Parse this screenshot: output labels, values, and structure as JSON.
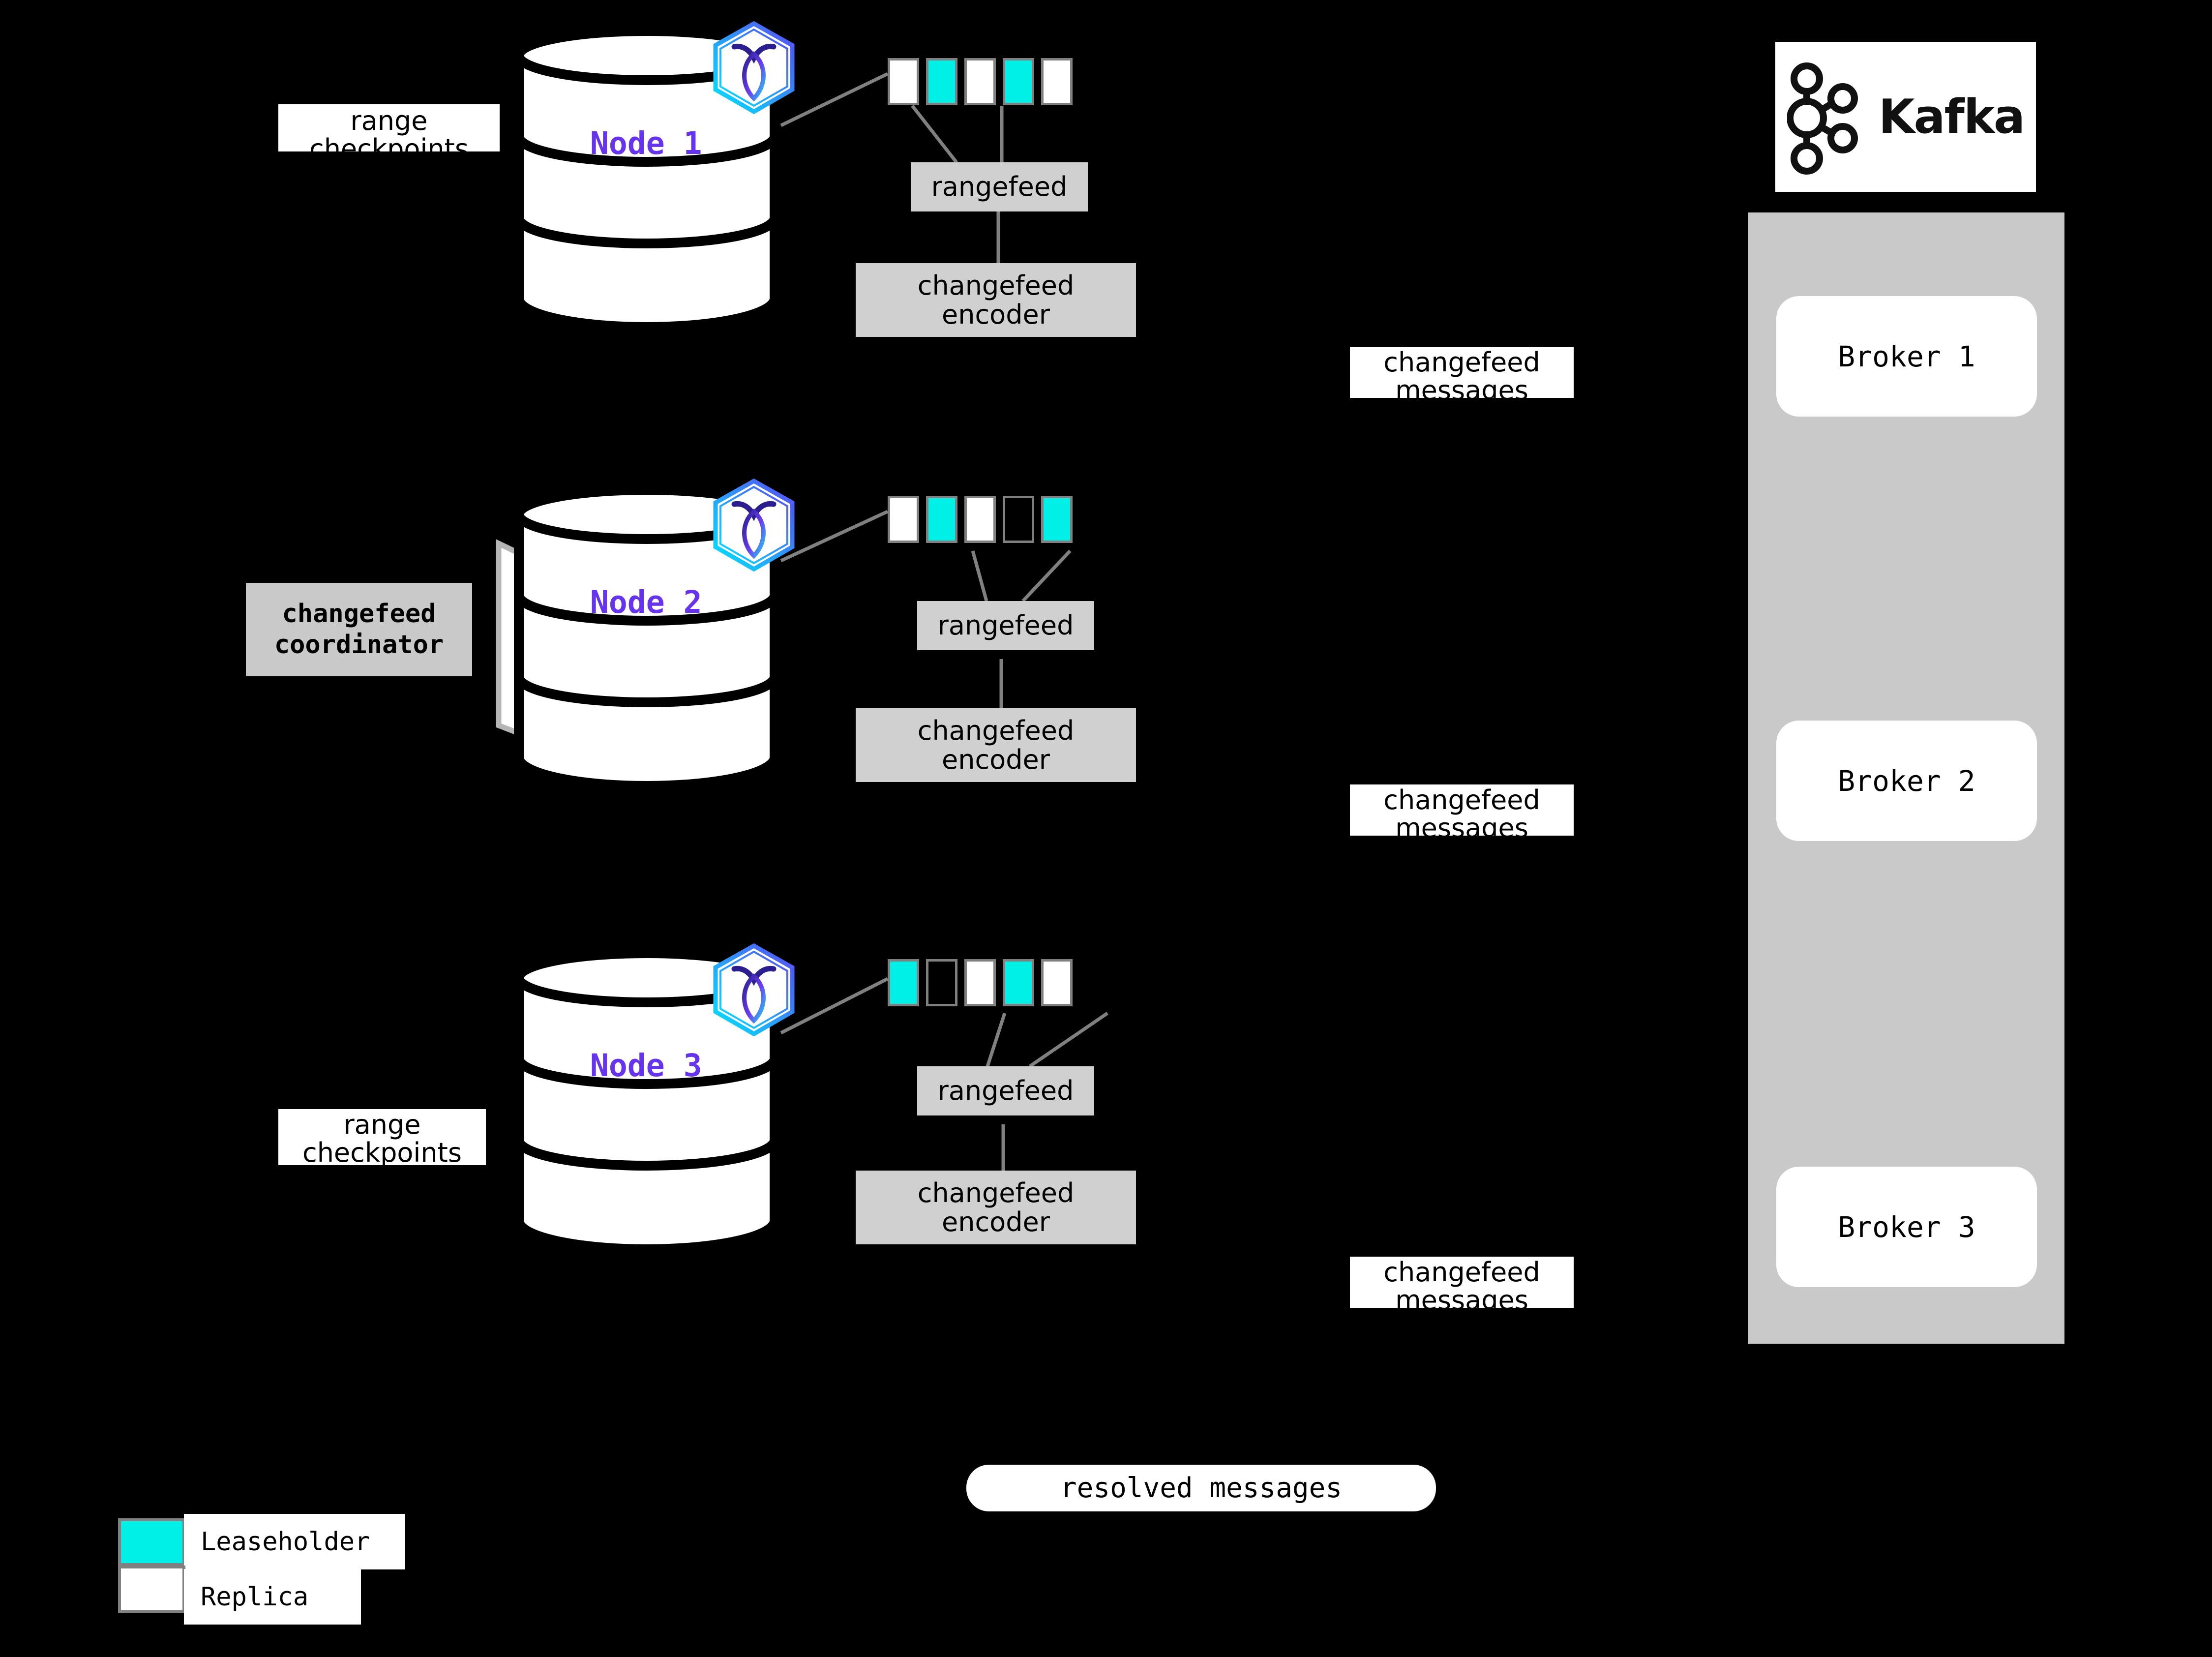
{
  "background_color": "#000000",
  "accent_colors": {
    "leaseholder": "#00efe6",
    "replica": "#ffffff",
    "node_label": "#6633ee",
    "box_gray": "#d0d0d0",
    "cluster_gray": "#c9c9c9",
    "range_border": "#808080",
    "wire": "#808080"
  },
  "nodes": [
    {
      "id": "node-1",
      "name": "Node 1",
      "logo": "cockroachdb-hexagon-icon",
      "annotation": "range\ncheckpoints",
      "annotation_line1": "range",
      "annotation_line2": "checkpoints",
      "ranges": [
        "replica",
        "leaseholder",
        "replica",
        "leaseholder",
        "replica"
      ],
      "rangefeed_label": "rangefeed",
      "encoder_label": "changefeed\nencoder",
      "encoder_line1": "changefeed",
      "encoder_line2": "encoder"
    },
    {
      "id": "node-2",
      "name": "Node 2",
      "logo": "cockroachdb-hexagon-icon",
      "coordinator_line1": "changefeed",
      "coordinator_line2": "coordinator",
      "ranges": [
        "replica",
        "leaseholder",
        "replica",
        "empty",
        "leaseholder"
      ],
      "rangefeed_label": "rangefeed",
      "encoder_label": "changefeed\nencoder",
      "encoder_line1": "changefeed",
      "encoder_line2": "encoder"
    },
    {
      "id": "node-3",
      "name": "Node 3",
      "logo": "cockroachdb-hexagon-icon",
      "annotation_line1": "range",
      "annotation_line2": "checkpoints",
      "ranges": [
        "leaseholder",
        "empty",
        "replica",
        "leaseholder",
        "replica"
      ],
      "rangefeed_label": "rangefeed",
      "encoder_label": "changefeed\nencoder",
      "encoder_line1": "changefeed",
      "encoder_line2": "encoder"
    }
  ],
  "messages": [
    {
      "id": "msg-1",
      "line1": "changefeed",
      "line2": "messages"
    },
    {
      "id": "msg-2",
      "line1": "changefeed",
      "line2": "messages"
    },
    {
      "id": "msg-3",
      "line1": "changefeed",
      "line2": "messages"
    }
  ],
  "resolved_messages_label": "resolved messages",
  "kafka": {
    "logo_text": "Kafka",
    "logo_icon": "kafka-graph-icon",
    "brokers": [
      {
        "id": "broker-1",
        "label": "Broker 1"
      },
      {
        "id": "broker-2",
        "label": "Broker 2"
      },
      {
        "id": "broker-3",
        "label": "Broker 3"
      }
    ]
  },
  "legend": {
    "items": [
      {
        "swatch": "leaseholder",
        "label": "Leaseholder"
      },
      {
        "swatch": "replica",
        "label": "Replica"
      }
    ]
  }
}
